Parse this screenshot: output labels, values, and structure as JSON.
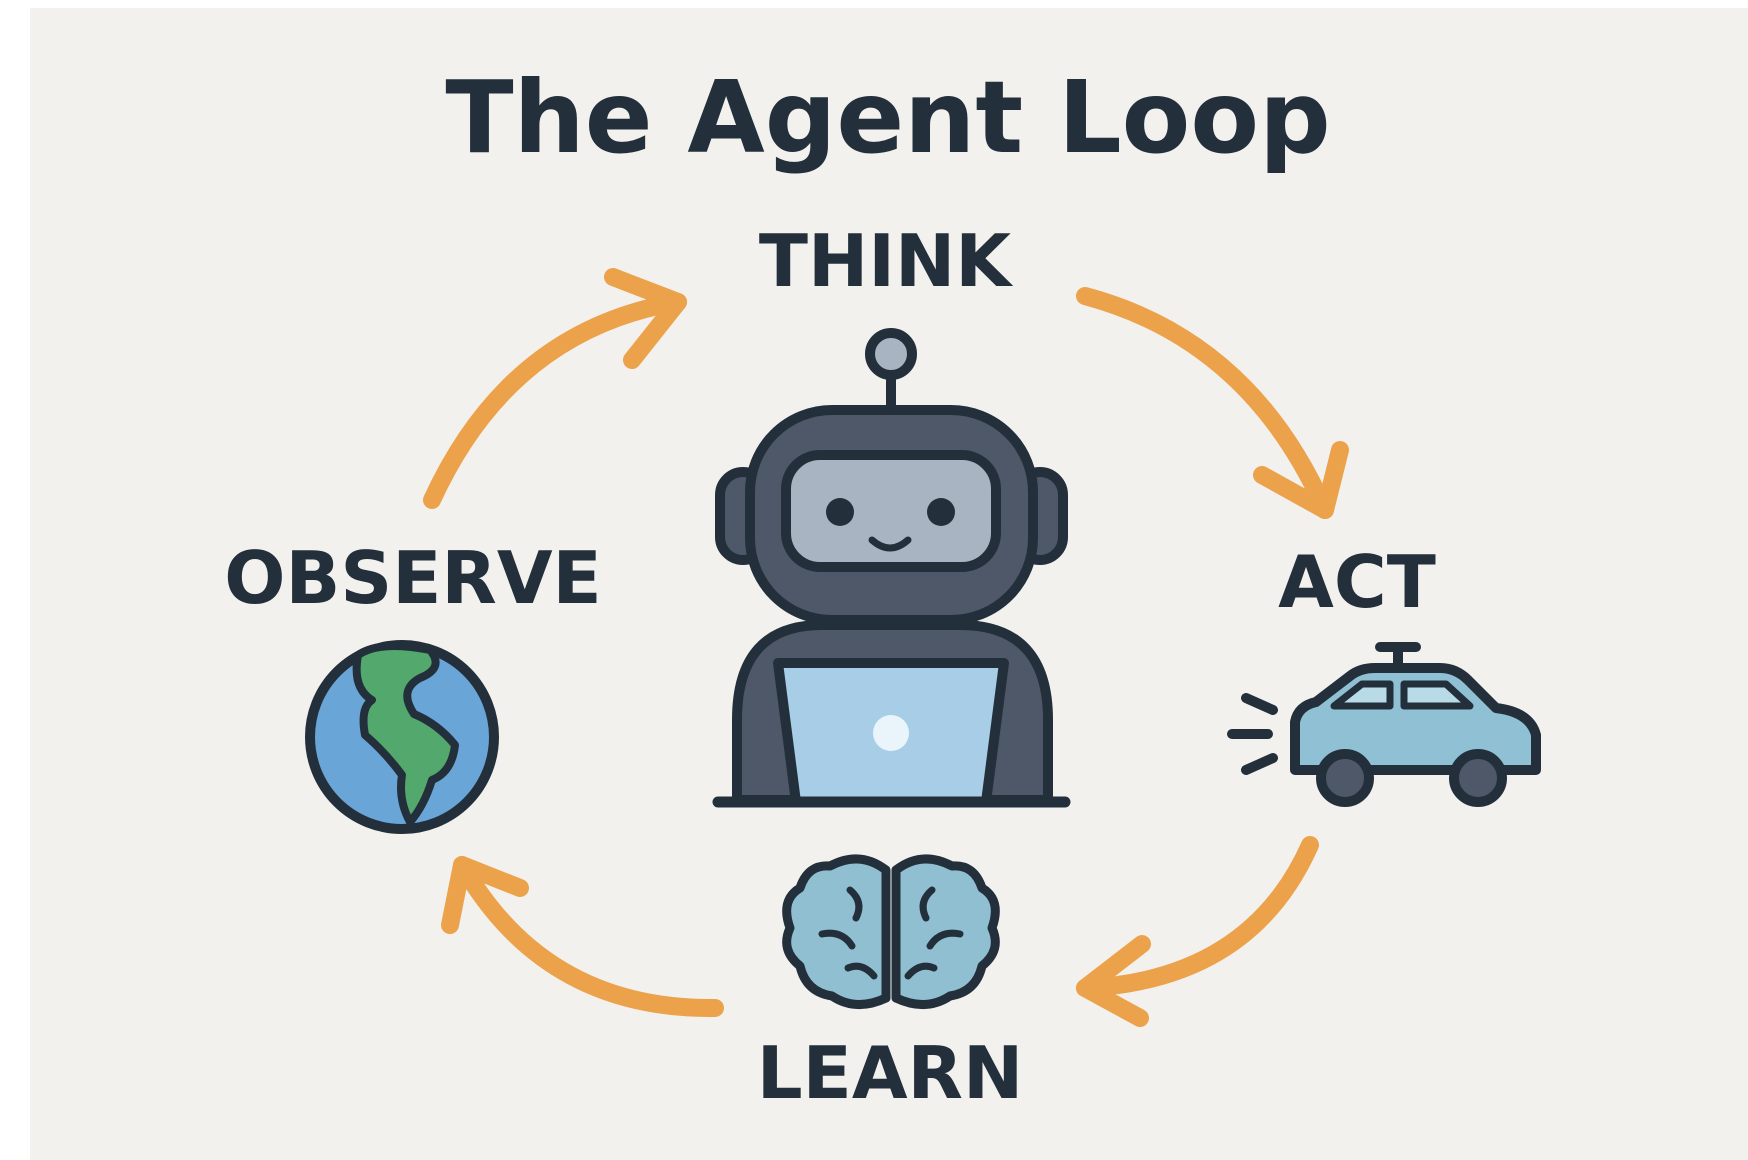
{
  "title": "The Agent Loop",
  "stages": {
    "think": "THINK",
    "act": "ACT",
    "learn": "LEARN",
    "observe": "OBSERVE"
  },
  "colors": {
    "background": "#f3f1ee",
    "ink": "#23303b",
    "arrow": "#eca24a",
    "robot_dark": "#4f5868",
    "robot_face": "#a9b4c2",
    "laptop": "#a8cde6",
    "globe_ocean": "#6aa5d8",
    "globe_land": "#53a86e",
    "car_body": "#8fc0d4",
    "brain": "#8fbfd1"
  },
  "icons": {
    "center": "robot-with-laptop-icon",
    "observe": "globe-icon",
    "act": "car-icon",
    "learn": "brain-icon"
  }
}
